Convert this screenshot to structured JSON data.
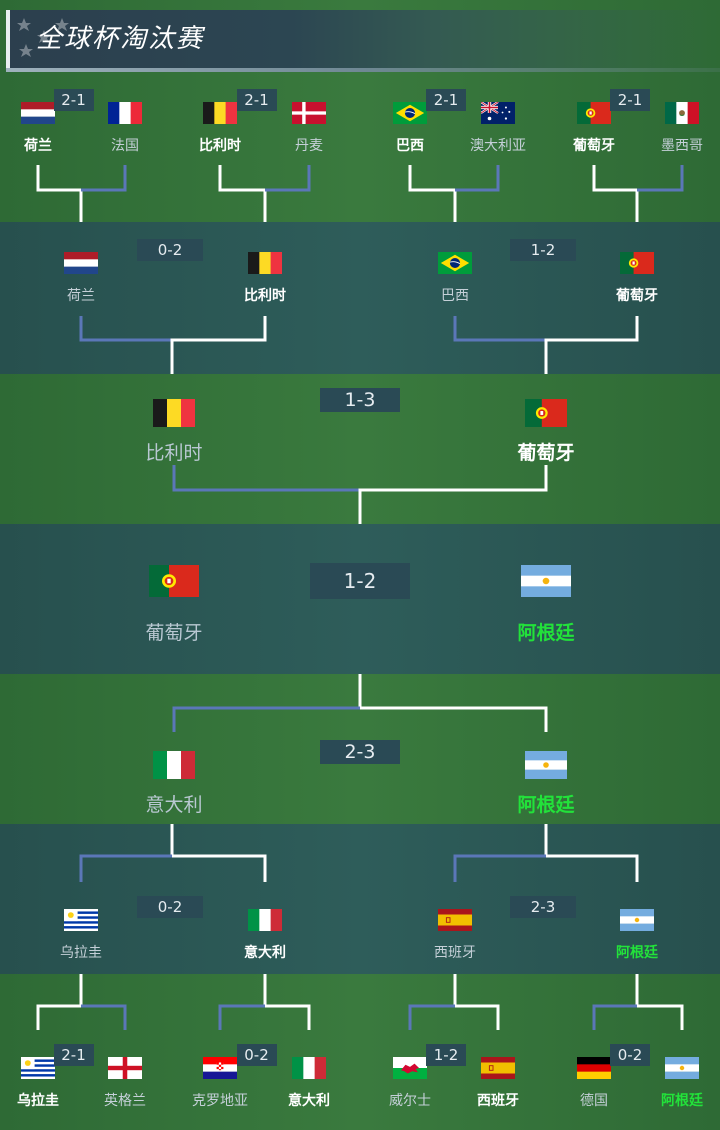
{
  "title": "全球杯淘汰赛",
  "colors": {
    "winner_green": "#22e23a",
    "normal_text": "#ffffff",
    "loser_text": "#c5d0d8",
    "line_white": "#ffffff",
    "line_blue": "#5b77b8"
  },
  "matches": [
    {
      "id": "r16_1",
      "score": "2-1",
      "home": {
        "name": "荷兰",
        "flag": "nl"
      },
      "away": {
        "name": "法国",
        "flag": "fr"
      }
    },
    {
      "id": "r16_2",
      "score": "2-1",
      "home": {
        "name": "比利时",
        "flag": "be"
      },
      "away": {
        "name": "丹麦",
        "flag": "dk"
      }
    },
    {
      "id": "r16_3",
      "score": "2-1",
      "home": {
        "name": "巴西",
        "flag": "br"
      },
      "away": {
        "name": "澳大利亚",
        "flag": "au"
      }
    },
    {
      "id": "r16_4",
      "score": "2-1",
      "home": {
        "name": "葡萄牙",
        "flag": "pt"
      },
      "away": {
        "name": "墨西哥",
        "flag": "mx"
      }
    },
    {
      "id": "qf_1",
      "score": "0-2",
      "home": {
        "name": "荷兰",
        "flag": "nl"
      },
      "away": {
        "name": "比利时",
        "flag": "be"
      }
    },
    {
      "id": "qf_2",
      "score": "1-2",
      "home": {
        "name": "巴西",
        "flag": "br"
      },
      "away": {
        "name": "葡萄牙",
        "flag": "pt"
      }
    },
    {
      "id": "sf_1",
      "score": "1-3",
      "home": {
        "name": "比利时",
        "flag": "be"
      },
      "away": {
        "name": "葡萄牙",
        "flag": "pt"
      }
    },
    {
      "id": "final",
      "score": "1-2",
      "home": {
        "name": "葡萄牙",
        "flag": "pt"
      },
      "away": {
        "name": "阿根廷",
        "flag": "ar"
      }
    },
    {
      "id": "sf_2",
      "score": "2-3",
      "home": {
        "name": "意大利",
        "flag": "it"
      },
      "away": {
        "name": "阿根廷",
        "flag": "ar"
      }
    },
    {
      "id": "qf_3",
      "score": "0-2",
      "home": {
        "name": "乌拉圭",
        "flag": "uy"
      },
      "away": {
        "name": "意大利",
        "flag": "it"
      }
    },
    {
      "id": "qf_4",
      "score": "2-3",
      "home": {
        "name": "西班牙",
        "flag": "es"
      },
      "away": {
        "name": "阿根廷",
        "flag": "ar"
      }
    },
    {
      "id": "r16_5",
      "score": "2-1",
      "home": {
        "name": "乌拉圭",
        "flag": "uy"
      },
      "away": {
        "name": "英格兰",
        "flag": "en"
      }
    },
    {
      "id": "r16_6",
      "score": "0-2",
      "home": {
        "name": "克罗地亚",
        "flag": "hr"
      },
      "away": {
        "name": "意大利",
        "flag": "it"
      }
    },
    {
      "id": "r16_7",
      "score": "1-2",
      "home": {
        "name": "威尔士",
        "flag": "wa"
      },
      "away": {
        "name": "西班牙",
        "flag": "es"
      }
    },
    {
      "id": "r16_8",
      "score": "0-2",
      "home": {
        "name": "德国",
        "flag": "de"
      },
      "away": {
        "name": "阿根廷",
        "flag": "ar"
      }
    }
  ]
}
